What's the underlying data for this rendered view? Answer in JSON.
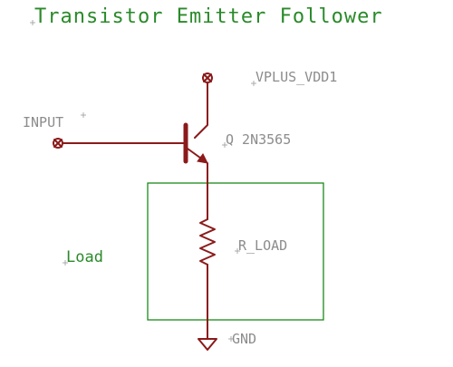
{
  "title": "Transistor Emitter Follower",
  "labels": {
    "supply": "VPLUS_VDD1",
    "input": "INPUT",
    "transistor": "Q 2N3565",
    "resistor": "R_LOAD",
    "ground": "GND",
    "load": "Load"
  },
  "colors": {
    "wire": "#8b1a1a",
    "frame": "#1a8a1a",
    "label_text": "#8c8c8c",
    "green_text": "#2a8a2a"
  }
}
